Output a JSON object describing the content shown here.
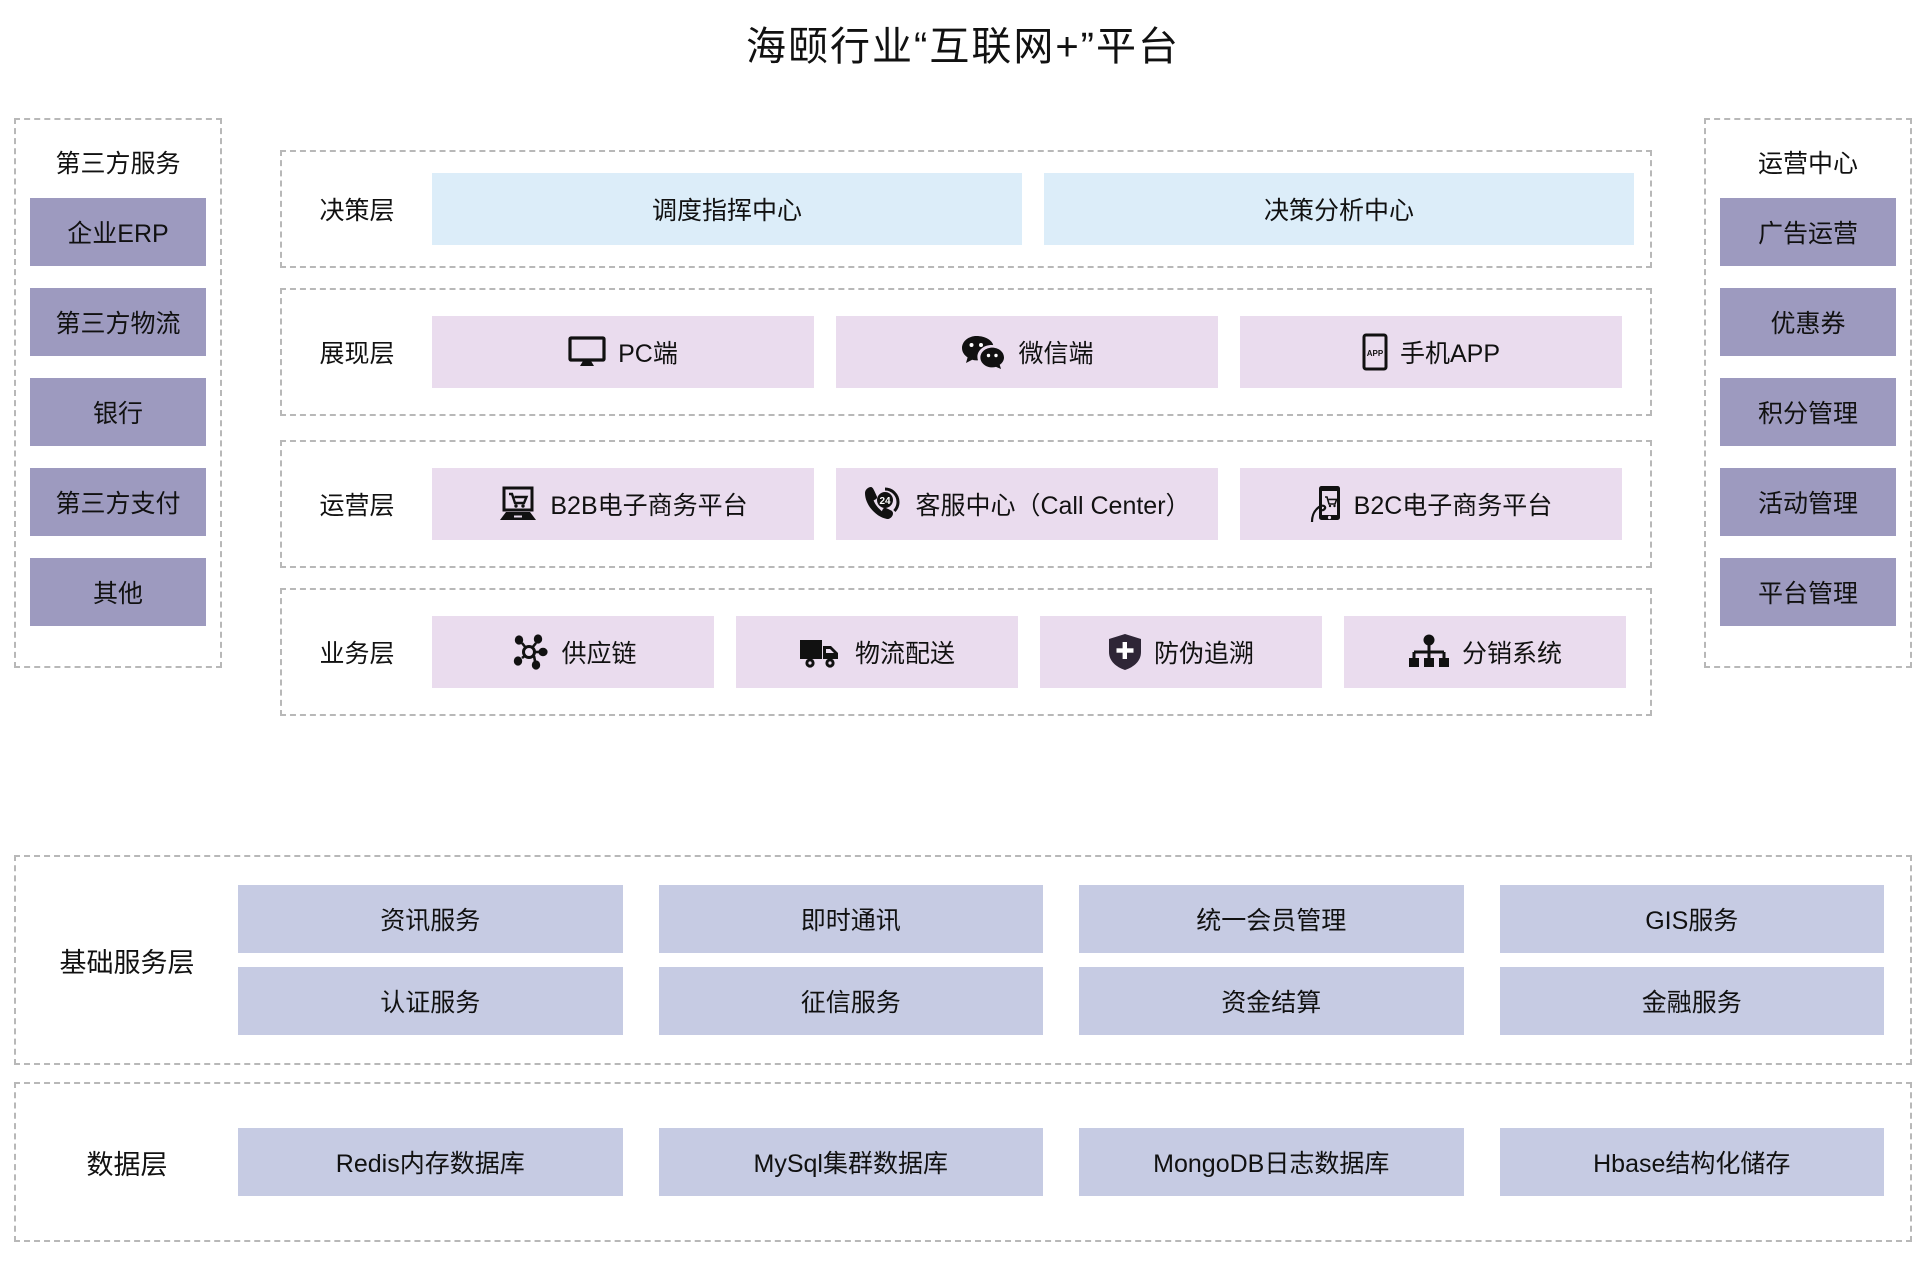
{
  "title": "海颐行业“互联网+”平台",
  "left_panel": {
    "heading": "第三方服务",
    "items": [
      {
        "label": "企业ERP"
      },
      {
        "label": "第三方物流"
      },
      {
        "label": "银行"
      },
      {
        "label": "第三方支付"
      },
      {
        "label": "其他"
      }
    ]
  },
  "right_panel": {
    "heading": "运营中心",
    "items": [
      {
        "label": "广告运营"
      },
      {
        "label": "优惠券"
      },
      {
        "label": "积分管理"
      },
      {
        "label": "活动管理"
      },
      {
        "label": "平台管理"
      }
    ]
  },
  "center_layers": [
    {
      "label": "决策层",
      "style": "blue",
      "cells": [
        {
          "label": "调度指挥中心",
          "icon": "none"
        },
        {
          "label": "决策分析中心",
          "icon": "none"
        }
      ]
    },
    {
      "label": "展现层",
      "style": "pink",
      "cells": [
        {
          "label": "PC端",
          "icon": "monitor-icon"
        },
        {
          "label": "微信端",
          "icon": "wechat-icon"
        },
        {
          "label": "手机APP",
          "icon": "phone-app-icon"
        }
      ]
    },
    {
      "label": "运营层",
      "style": "pink",
      "cells": [
        {
          "label": "B2B电子商务平台",
          "icon": "laptop-cart-icon"
        },
        {
          "label": "客服中心（Call Center）",
          "icon": "phone-24-icon"
        },
        {
          "label": "B2C电子商务平台",
          "icon": "hand-phone-cart-icon"
        }
      ]
    },
    {
      "label": "业务层",
      "style": "pink",
      "cells": [
        {
          "label": "供应链",
          "icon": "network-node-icon"
        },
        {
          "label": "物流配送",
          "icon": "truck-icon"
        },
        {
          "label": "防伪追溯",
          "icon": "shield-plus-icon"
        },
        {
          "label": "分销系统",
          "icon": "distribution-tree-icon"
        }
      ]
    }
  ],
  "base_service_layer": {
    "label": "基础服务层",
    "items": [
      "资讯服务",
      "即时通讯",
      "统一会员管理",
      "GIS服务",
      "认证服务",
      "征信服务",
      "资金结算",
      "金融服务"
    ]
  },
  "data_layer": {
    "label": "数据层",
    "items": [
      "Redis内存数据库",
      "MySql集群数据库",
      "MongoDB日志数据库",
      "Hbase结构化储存"
    ]
  },
  "colors": {
    "purple_block": "#9d9abf",
    "pink_block": "#eadcee",
    "blue_block": "#dcedf9",
    "base_block": "#c6cbe3",
    "dashed_border": "#b8b8b8"
  }
}
